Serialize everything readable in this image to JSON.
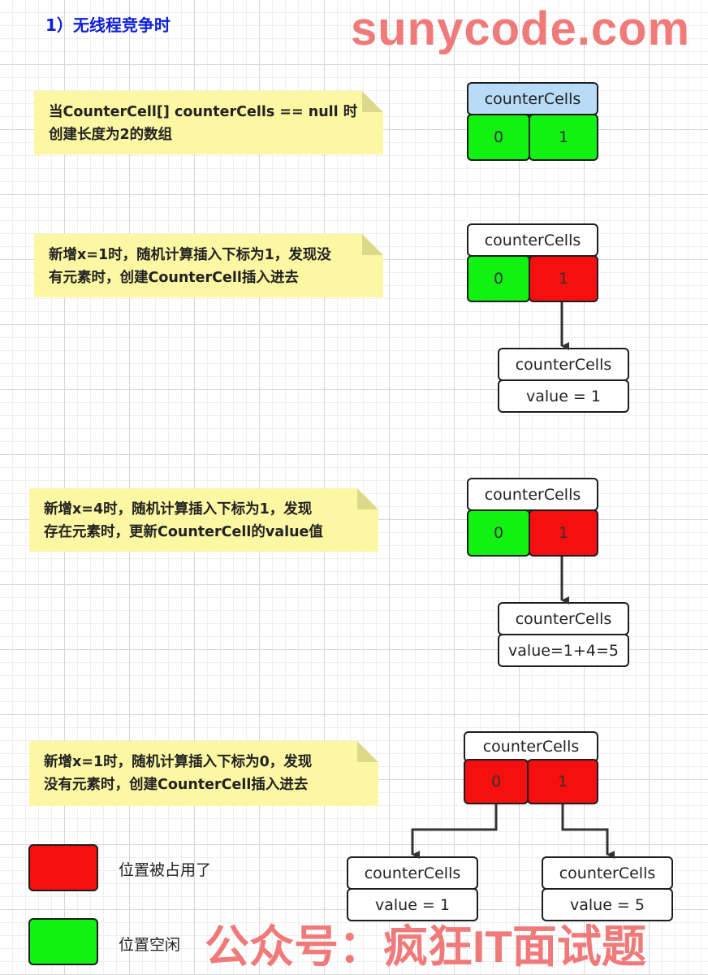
{
  "heading": "1）无线程竞争时",
  "watermark_top": "sunycode.com",
  "watermark_bottom": "公众号：疯狂IT面试题",
  "notes": [
    {
      "lines": [
        "当CounterCell[] counterCells == null 时",
        "创建长度为2的数组"
      ]
    },
    {
      "lines": [
        "新增x=1时，随机计算插入下标为1，发现没",
        "有元素时，创建CounterCell插入进去"
      ]
    },
    {
      "lines": [
        "新增x=4时，随机计算插入下标为1，发现",
        "存在元素时，更新CounterCell的value值"
      ]
    },
    {
      "lines": [
        "新增x=1时，随机计算插入下标为0，发现",
        "没有元素时，创建CounterCell插入进去"
      ]
    }
  ],
  "arrays": [
    {
      "label": "counterCells",
      "cells": [
        {
          "text": "0",
          "state": "free"
        },
        {
          "text": "1",
          "state": "free"
        }
      ]
    },
    {
      "label": "counterCells",
      "cells": [
        {
          "text": "0",
          "state": "free"
        },
        {
          "text": "1",
          "state": "used"
        }
      ]
    },
    {
      "label": "counterCells",
      "cells": [
        {
          "text": "0",
          "state": "free"
        },
        {
          "text": "1",
          "state": "used"
        }
      ]
    },
    {
      "label": "counterCells",
      "cells": [
        {
          "text": "0",
          "state": "used"
        },
        {
          "text": "1",
          "state": "used"
        }
      ]
    }
  ],
  "counter_cells": [
    {
      "label": "counterCells",
      "value": "value = 1"
    },
    {
      "label": "counterCells",
      "value": "value=1+4=5"
    },
    {
      "label": "counterCells",
      "value": "value = 1"
    },
    {
      "label": "counterCells",
      "value": "value = 5"
    }
  ],
  "legend": [
    {
      "label": "位置被占用了",
      "color": "#f50f0f"
    },
    {
      "label": "位置空闲",
      "color": "#12f212"
    }
  ],
  "colors": {
    "free": "#12f212",
    "used": "#f50f0f",
    "note": "#fcf7a3",
    "heading": "#0d1fd8",
    "watermark": "#f07a7a",
    "header_blue": "#b8dbf8"
  }
}
